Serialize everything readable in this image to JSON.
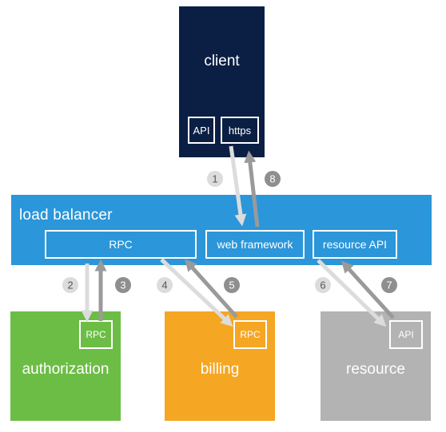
{
  "client": {
    "title": "client",
    "api_label": "API",
    "https_label": "https"
  },
  "load_balancer": {
    "title": "load balancer",
    "rpc_label": "RPC",
    "web_framework_label": "web framework",
    "resource_api_label": "resource API"
  },
  "services": {
    "authorization": {
      "title": "authorization",
      "box_label": "RPC"
    },
    "billing": {
      "title": "billing",
      "box_label": "RPC"
    },
    "resource": {
      "title": "resource",
      "box_label": "API"
    }
  },
  "steps": [
    "1",
    "2",
    "3",
    "4",
    "5",
    "6",
    "7",
    "8"
  ],
  "colors": {
    "client": "#0b1f45",
    "load_balancer": "#2b96d9",
    "authorization": "#6cbd45",
    "billing": "#f5a623",
    "resource": "#b3b3b3",
    "arrow_light": "#dcdcdc",
    "arrow_dark": "#9a9a9a"
  }
}
